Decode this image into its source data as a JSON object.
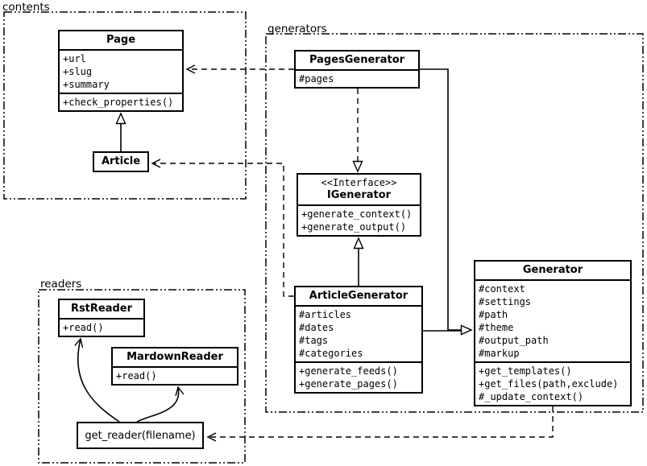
{
  "diagram": {
    "kind": "uml-class-diagram",
    "colors": {
      "line": "#000000",
      "background": "#ffffff"
    }
  },
  "packages": {
    "contents": {
      "label": "contents"
    },
    "generators": {
      "label": "generators"
    },
    "readers": {
      "label": "readers"
    }
  },
  "classes": {
    "page": {
      "title": "Page",
      "attrs": [
        "+url",
        "+slug",
        "+summary"
      ],
      "methods": [
        "+check_properties()"
      ]
    },
    "article": {
      "title": "Article"
    },
    "pages_generator": {
      "title": "PagesGenerator",
      "attrs": [
        "#pages"
      ]
    },
    "igenerator": {
      "stereotype": "<<Interface>>",
      "title": "IGenerator",
      "methods": [
        "+generate_context()",
        "+generate_output()"
      ]
    },
    "article_generator": {
      "title": "ArticleGenerator",
      "attrs": [
        "#articles",
        "#dates",
        "#tags",
        "#categories"
      ],
      "methods": [
        "+generate_feeds()",
        "+generate_pages()"
      ]
    },
    "generator": {
      "title": "Generator",
      "attrs": [
        "#context",
        "#settings",
        "#path",
        "#theme",
        "#output_path",
        "#markup"
      ],
      "methods": [
        "+get_templates()",
        "+get_files(path,exclude)",
        "#_update_context()"
      ]
    },
    "rst_reader": {
      "title": "RstReader",
      "methods": [
        "+read()"
      ]
    },
    "markdown_reader": {
      "title": "MardownReader",
      "methods": [
        "+read()"
      ]
    },
    "get_reader": {
      "label": "get_reader(filename)"
    }
  },
  "relationships": [
    {
      "from": "Article",
      "to": "Page",
      "type": "inheritance"
    },
    {
      "from": "PagesGenerator",
      "to": "Page",
      "type": "dependency"
    },
    {
      "from": "PagesGenerator",
      "to": "IGenerator",
      "type": "realization"
    },
    {
      "from": "PagesGenerator",
      "to": "Generator",
      "type": "inheritance"
    },
    {
      "from": "ArticleGenerator",
      "to": "IGenerator",
      "type": "inheritance"
    },
    {
      "from": "ArticleGenerator",
      "to": "Generator",
      "type": "inheritance"
    },
    {
      "from": "ArticleGenerator",
      "to": "Article",
      "type": "dependency"
    },
    {
      "from": "Generator",
      "to": "get_reader(filename)",
      "type": "dependency"
    },
    {
      "from": "get_reader(filename)",
      "to": "RstReader",
      "type": "call"
    },
    {
      "from": "get_reader(filename)",
      "to": "MardownReader",
      "type": "call"
    }
  ]
}
